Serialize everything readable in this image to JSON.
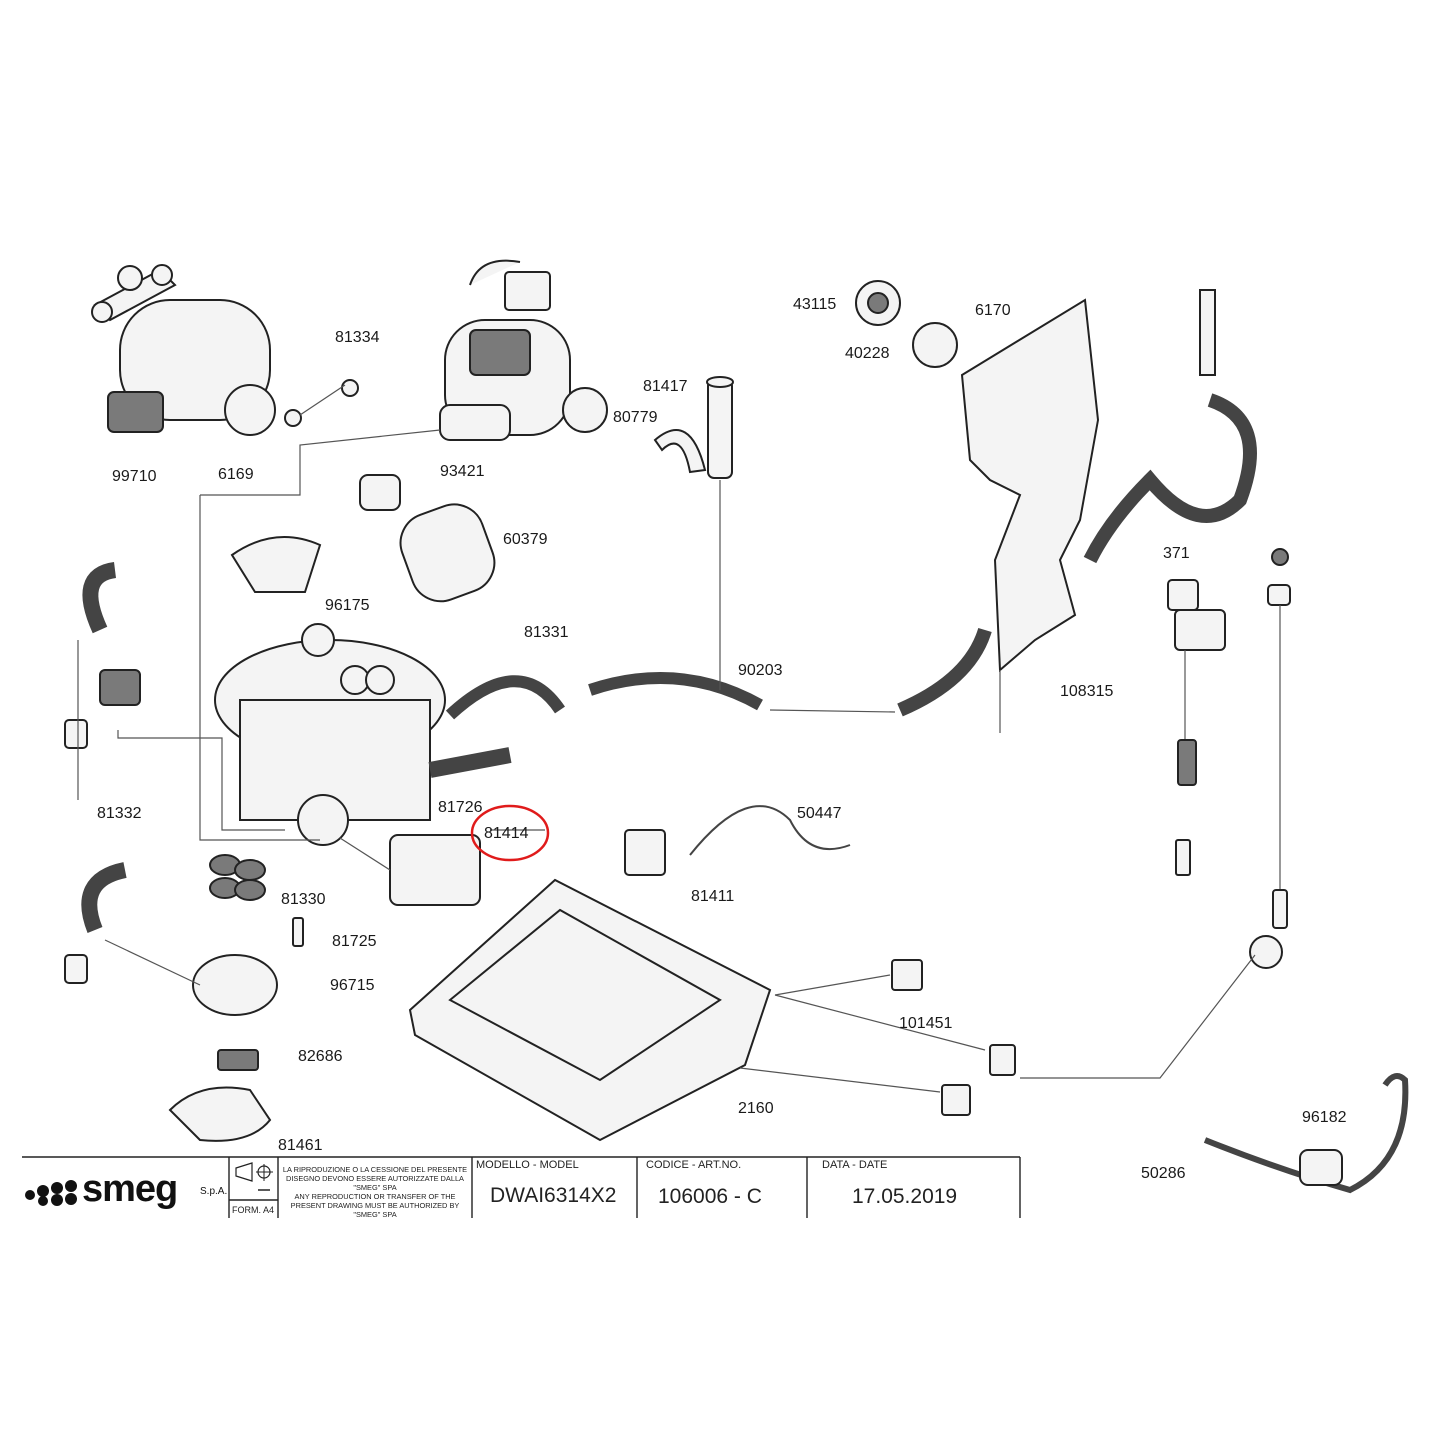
{
  "brand": {
    "name": "smeg",
    "suffix": "S.p.A."
  },
  "title_block": {
    "form_label": "FORM. A4",
    "notice_lines": [
      "LA RIPRODUZIONE O LA CESSIONE DEL PRESENTE",
      "DISEGNO DEVONO ESSERE AUTORIZZATE DALLA",
      "\"SMEG\" SPA",
      "ANY REPRODUCTION OR TRANSFER OF THE",
      "PRESENT DRAWING MUST BE AUTHORIZED BY",
      "\"SMEG\" SPA"
    ],
    "model_header": "MODELLO - MODEL",
    "model_value": "DWAI6314X2",
    "code_header": "CODICE - ART.NO.",
    "code_value": "106006 - C",
    "date_header": "DATA - DATE",
    "date_value": "17.05.2019"
  },
  "highlighted_part": "81414",
  "highlight_color": "#e01b1b",
  "part_labels": [
    "81334",
    "99710",
    "6169",
    "93421",
    "60379",
    "96175",
    "81417",
    "80779",
    "43115",
    "40228",
    "6170",
    "371",
    "81331",
    "90203",
    "108315",
    "81332",
    "81726",
    "81414",
    "50447",
    "81411",
    "81330",
    "81725",
    "96715",
    "82686",
    "81461",
    "101451",
    "2160",
    "96182",
    "50286"
  ]
}
